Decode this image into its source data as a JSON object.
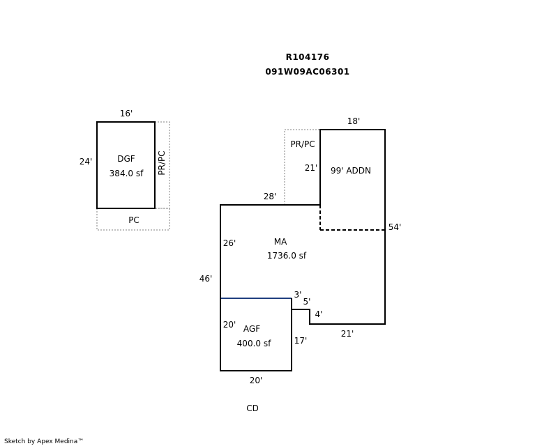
{
  "header": {
    "line1": "R104176",
    "line2": "091W09AC06301"
  },
  "detached": {
    "name": "DGF",
    "area": "384.0 sf",
    "top_dim": "16'",
    "left_dim": "24'",
    "side_label": "PR/PC",
    "bottom_label": "PC"
  },
  "main": {
    "ma_name": "MA",
    "ma_area": "1736.0 sf",
    "addn_label": "99' ADDN",
    "prpc_label": "PR/PC",
    "agf_name": "AGF",
    "agf_area": "400.0 sf",
    "dims": {
      "top_right": "18'",
      "addn_left": "21'",
      "ma_top": "28'",
      "right": "54'",
      "ma_left_inner": "26'",
      "left_outer": "46'",
      "step_3": "3'",
      "step_5": "5'",
      "step_4": "4'",
      "agf_left": "20'",
      "agf_right": "17'",
      "bottom_right": "21'",
      "bottom_agf": "20'"
    }
  },
  "cd_label": "CD",
  "footer": "Sketch by Apex Medina™",
  "colors": {
    "line": "#000000",
    "dashed": "#808080",
    "blue_line": "#1f3f7f"
  }
}
